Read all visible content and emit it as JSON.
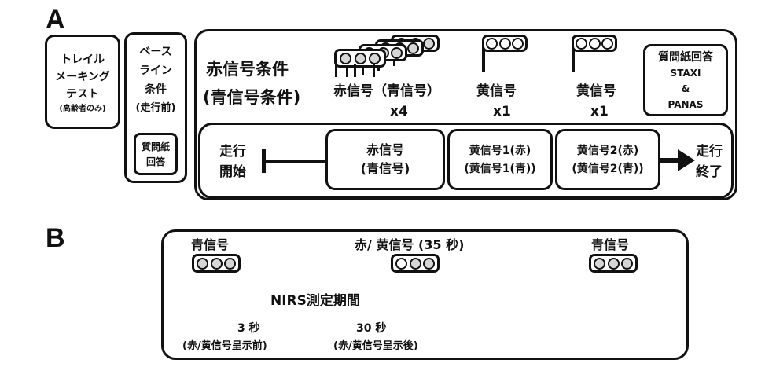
{
  "panel_a": {
    "letter": "A",
    "trail_making": {
      "line1": "トレイル",
      "line2": "メーキング",
      "line3": "テスト",
      "note": "(高齢者のみ)"
    },
    "baseline": {
      "line1": "ベース",
      "line2": "ライン",
      "line3": "条件",
      "line4": "(走行前)",
      "questionnaire_line1": "質問紙",
      "questionnaire_line2": "回答"
    },
    "condition_title_line1": "赤信号条件",
    "condition_title_line2": "(青信号条件)",
    "signals": [
      {
        "label": "赤信号（青信号）",
        "count": "x4"
      },
      {
        "label": "黄信号",
        "count": "x1"
      },
      {
        "label": "黄信号",
        "count": "x1"
      }
    ],
    "questionnaire": {
      "line1": "質問紙回答",
      "line2": "STAXI",
      "line3": "&",
      "line4": "PANAS"
    },
    "timeline": {
      "start_line1": "走行",
      "start_line2": "開始",
      "red_line1": "赤信号",
      "red_line2": "(青信号)",
      "yellow1_line1": "黄信号1(赤)",
      "yellow1_line2": "(黄信号1(青))",
      "yellow2_line1": "黄信号2(赤)",
      "yellow2_line2": "(黄信号2(青))",
      "end_line1": "走行",
      "end_line2": "終了"
    }
  },
  "panel_b": {
    "letter": "B",
    "left_signal": "青信号",
    "middle_signal": "赤/ 黄信号 (35 秒)",
    "right_signal": "青信号",
    "nirs_label": "NIRS測定期間",
    "pre_duration": "3 秒",
    "pre_label": "(赤/黄信号呈示前)",
    "post_duration": "30 秒",
    "post_label": "(赤/黄信号呈示後)"
  }
}
